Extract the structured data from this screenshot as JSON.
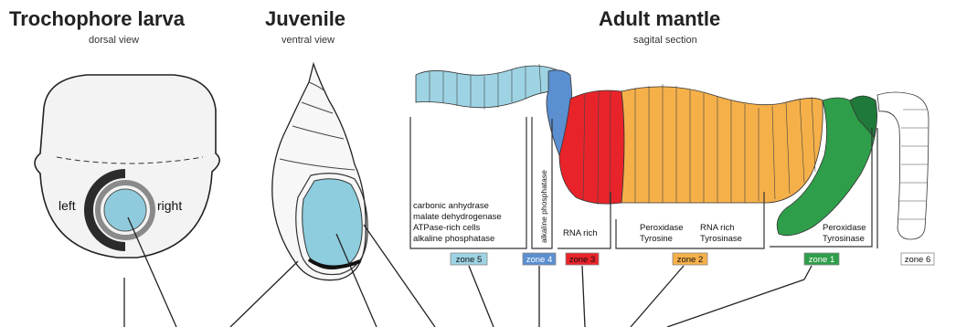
{
  "panels": {
    "larva": {
      "title": "Trochophore larva",
      "subtitle": "dorsal view",
      "left_label": "left",
      "right_label": "right"
    },
    "juvenile": {
      "title": "Juvenile",
      "subtitle": "ventral view"
    },
    "adult": {
      "title": "Adult mantle",
      "subtitle": "sagital section"
    }
  },
  "zone_descriptions": {
    "zone5": [
      "carbonic anhydrase",
      "malate dehydrogenase",
      "ATPase-rich cells",
      "alkaline phosphatase"
    ],
    "zone4": "alkaline phosphatase",
    "zone3": "RNA rich",
    "zone2_a": [
      "Peroxidase",
      "Tyrosine"
    ],
    "zone2_b": [
      "RNA rich",
      "Tyrosinase"
    ],
    "zone1": [
      "Peroxidase",
      "Tyrosinase"
    ]
  },
  "zones": [
    {
      "id": "zone5",
      "label": "zone 5",
      "color": "#9ed3e3"
    },
    {
      "id": "zone4",
      "label": "zone 4",
      "color": "#5b8fd0"
    },
    {
      "id": "zone3",
      "label": "zone 3",
      "color": "#e8242a"
    },
    {
      "id": "zone2",
      "label": "zone 2",
      "color": "#f6b04a"
    },
    {
      "id": "zone1",
      "label": "zone 1",
      "color": "#2f9e4a"
    },
    {
      "id": "zone6",
      "label": "zone 6",
      "color": "#ffffff"
    }
  ],
  "colors": {
    "larva_light_blue": "#8fcbdc",
    "mantle_blue": "#8dcddd",
    "zone1_dark": "#1f7a3a"
  }
}
